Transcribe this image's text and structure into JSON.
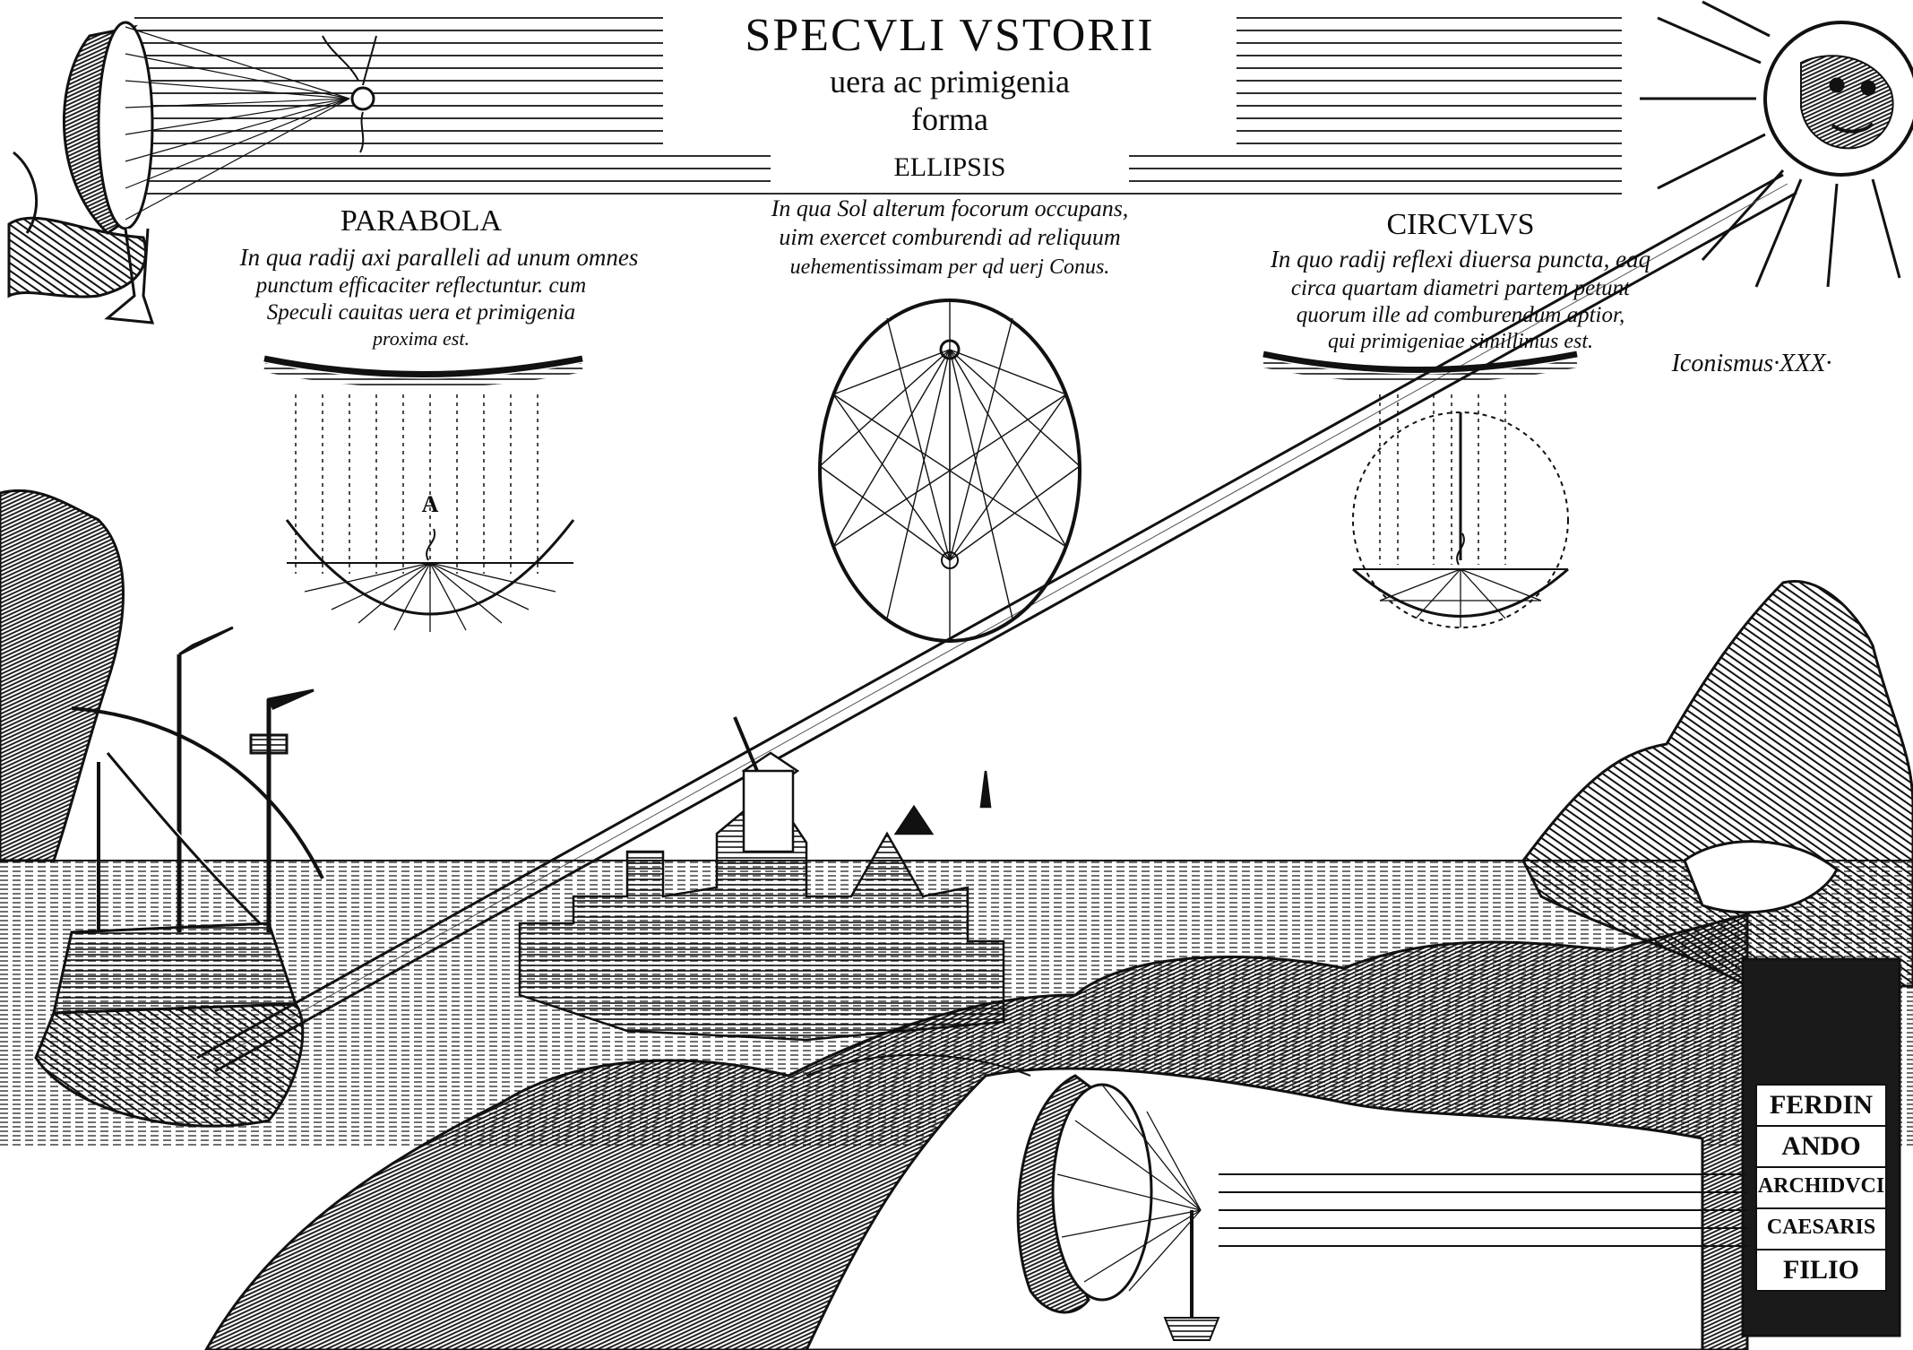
{
  "title": {
    "line1": "SPECVLI VSTORII",
    "line2": "uera ac primigenia",
    "line3": "forma"
  },
  "ellipsis": {
    "heading": "ELLIPSIS",
    "caption": [
      "In qua Sol alterum focorum occupans,",
      "uim exercet comburendi ad reliquum",
      "uehementissimam per qd uerj Conus."
    ]
  },
  "parabola": {
    "heading": "PARABOLA",
    "caption": [
      "In qua radij axi paralleli ad unum omnes",
      "punctum efficaciter reflectuntur. cum",
      "Speculi cauitas uera et primigenia",
      "proxima est."
    ],
    "focus_label": "A"
  },
  "circulus": {
    "heading": "CIRCVLVS",
    "caption": [
      "In quo radij reflexi diuersa puncta, eaq",
      "circa quartam diametri partem petunt",
      "quorum ille ad comburendum aptior,",
      "qui primigeniae simillimus est."
    ],
    "iconismus": "Iconismus·XXX·"
  },
  "plaque": {
    "lines": [
      "FERDIN",
      "ANDO",
      "ARCHIDVCI",
      "CAESARIS",
      "FILIO"
    ]
  },
  "colors": {
    "ink": "#111111",
    "paper": "#ffffff",
    "shade": "#3a3a3a"
  }
}
